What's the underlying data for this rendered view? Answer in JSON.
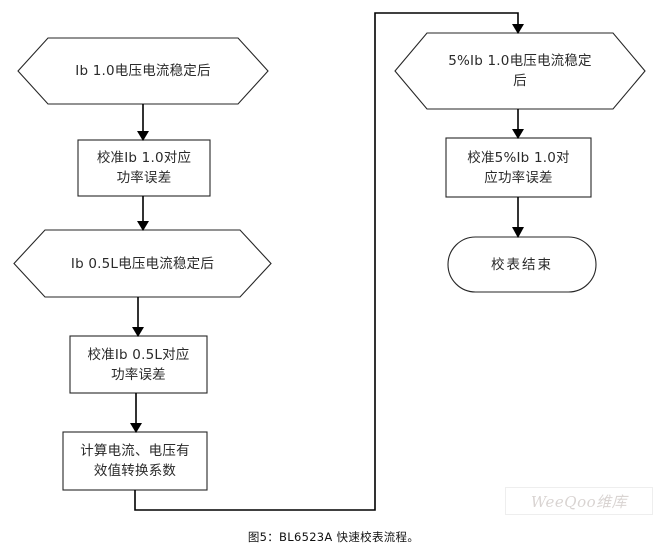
{
  "figure": {
    "caption": "图5：BL6523A 快速校表流程。",
    "watermark": "WeeQoo维库",
    "background_color": "#ffffff",
    "line_color": "#000000",
    "shape_stroke_color": "#262626",
    "text_color": "#2a2a2a"
  },
  "chart_data": {
    "type": "diagram",
    "title": "图5：BL6523A 快速校表流程。",
    "diagram_kind": "flowchart",
    "flow_direction": "top-to-bottom, left column then right column",
    "nodes": [
      {
        "id": "n1",
        "shape": "hexagon",
        "column": "left",
        "label": "Ib 1.0电压电流稳定后",
        "lines": [
          "Ib 1.0电压电流稳定后"
        ]
      },
      {
        "id": "n2",
        "shape": "rectangle",
        "column": "left",
        "label": "校准Ib 1.0对应功率误差",
        "lines": [
          "校准Ib 1.0对应",
          "功率误差"
        ]
      },
      {
        "id": "n3",
        "shape": "hexagon",
        "column": "left",
        "label": "Ib 0.5L电压电流稳定后",
        "lines": [
          "Ib 0.5L电压电流稳定后"
        ]
      },
      {
        "id": "n4",
        "shape": "rectangle",
        "column": "left",
        "label": "校准Ib 0.5L对应功率误差",
        "lines": [
          "校准Ib 0.5L对应",
          "功率误差"
        ]
      },
      {
        "id": "n5",
        "shape": "rectangle",
        "column": "left",
        "label": "计算电流、电压有效值转换系数",
        "lines": [
          "计算电流、电压有",
          "效值转换系数"
        ]
      },
      {
        "id": "n6",
        "shape": "hexagon",
        "column": "right",
        "label": "5%Ib 1.0电压电流稳定后",
        "lines": [
          "5%Ib 1.0电压电流稳定",
          "后"
        ]
      },
      {
        "id": "n7",
        "shape": "rectangle",
        "column": "right",
        "label": "校准5%Ib 1.0对应功率误差",
        "lines": [
          "校准5%Ib 1.0对",
          "应功率误差"
        ]
      },
      {
        "id": "n8",
        "shape": "stadium",
        "column": "right",
        "label": "校表结束",
        "lines": [
          "校表结束"
        ]
      }
    ],
    "edges": [
      {
        "from": "n1",
        "to": "n2",
        "style": "straight-down-arrow"
      },
      {
        "from": "n2",
        "to": "n3",
        "style": "straight-down-arrow"
      },
      {
        "from": "n3",
        "to": "n4",
        "style": "straight-down-arrow"
      },
      {
        "from": "n4",
        "to": "n5",
        "style": "straight-down-arrow"
      },
      {
        "from": "n5",
        "to": "n6",
        "style": "orthogonal-down-right-up-right-down-arrow"
      },
      {
        "from": "n6",
        "to": "n7",
        "style": "straight-down-arrow"
      },
      {
        "from": "n7",
        "to": "n8",
        "style": "straight-down-arrow"
      }
    ]
  }
}
